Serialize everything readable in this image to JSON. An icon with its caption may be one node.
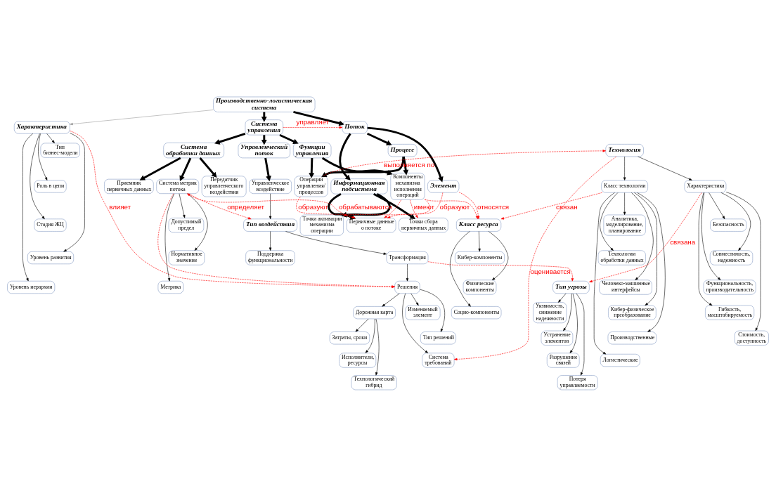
{
  "diagram": {
    "nodes": [
      {
        "text": [
          "Производственно-логистическая система"
        ]
      },
      {
        "text": [
          "Характеристика"
        ]
      },
      {
        "text": [
          "Система управления"
        ]
      },
      {
        "text": [
          "Поток"
        ]
      },
      {
        "text": [
          "Тип бизнес-модели"
        ]
      },
      {
        "text": [
          "Роль в цепи"
        ]
      },
      {
        "text": [
          "Стадия ЖЦ"
        ]
      },
      {
        "text": [
          "Уровень развития"
        ]
      },
      {
        "text": [
          "Уровень иерархии"
        ]
      },
      {
        "text": [
          "Управленческий поток"
        ]
      },
      {
        "text": [
          "Система обработки данных"
        ]
      },
      {
        "text": [
          "Функции управления"
        ]
      },
      {
        "text": [
          "Процесс"
        ]
      },
      {
        "text": [
          "Элемент"
        ]
      },
      {
        "text": [
          "Информационная подсистема"
        ]
      },
      {
        "text": [
          "Передатчик управленческого воздействия"
        ]
      },
      {
        "text": [
          "Приемник первичных данных"
        ]
      },
      {
        "text": [
          "Система метрик потока"
        ]
      },
      {
        "text": [
          "Операции управления/ процессов"
        ]
      },
      {
        "text": [
          "Компоненты механизма исполнения операций"
        ]
      },
      {
        "text": [
          "Точки активации механизма операции"
        ]
      },
      {
        "text": [
          "Точки сбора первичных данных"
        ]
      },
      {
        "text": [
          "Управленческое воздействие"
        ]
      },
      {
        "text": [
          "Допустимый предел"
        ]
      },
      {
        "text": [
          "Нормативное значение"
        ]
      },
      {
        "text": [
          "Метрика"
        ]
      },
      {
        "text": [
          "Первичные данные о потоке"
        ]
      },
      {
        "text": [
          "Тип воздействия"
        ]
      },
      {
        "text": [
          "Технология"
        ]
      },
      {
        "text": [
          "Поддержка функциональности"
        ]
      },
      {
        "text": [
          "Трансформация"
        ]
      },
      {
        "text": [
          "Характеристика"
        ]
      },
      {
        "text": [
          "Класс технологии"
        ]
      },
      {
        "text": [
          "Класс ресурса"
        ]
      },
      {
        "text": [
          "Дорожная карта"
        ]
      },
      {
        "text": [
          "Решения"
        ]
      },
      {
        "text": [
          "Тип угрозы"
        ]
      },
      {
        "text": [
          "Затраты, сроки"
        ]
      },
      {
        "text": [
          "Исполнители, ресурсы"
        ]
      },
      {
        "text": [
          "Технологический гибрид"
        ]
      },
      {
        "text": [
          "Изменяемый элемент"
        ]
      },
      {
        "text": [
          "Тип решений"
        ]
      },
      {
        "text": [
          "Система требований"
        ]
      },
      {
        "text": [
          "Уязвимость, снижение надежности"
        ]
      },
      {
        "text": [
          "Устранение элементов"
        ]
      },
      {
        "text": [
          "Разрушение связей"
        ]
      },
      {
        "text": [
          "Потеря управляемости"
        ]
      },
      {
        "text": [
          "Безопасность"
        ]
      },
      {
        "text": [
          "Совместимость, надежность"
        ]
      },
      {
        "text": [
          "Функциональность, производительность"
        ]
      },
      {
        "text": [
          "Гибкость, масштабируемость"
        ]
      },
      {
        "text": [
          "Стоимость, доступность"
        ]
      },
      {
        "text": [
          "Аналитика, моделирование, планирование"
        ]
      },
      {
        "text": [
          "Технологии обработки данных"
        ]
      },
      {
        "text": [
          "Человеко-машинные интерфейсы"
        ]
      },
      {
        "text": [
          "Кибер-физическое преобразование"
        ]
      },
      {
        "text": [
          "Производственные"
        ]
      },
      {
        "text": [
          "Логистические"
        ]
      },
      {
        "text": [
          "Кибер-компоненты"
        ]
      },
      {
        "text": [
          "Физические компоненты"
        ]
      },
      {
        "text": [
          "Социо-компоненты"
        ]
      }
    ],
    "edges": [
      {
        "from": 0,
        "to": 1,
        "arrow": "to",
        "color": "#999999"
      },
      {
        "from": 0,
        "to": 2,
        "arrow": "to",
        "style": "thick"
      },
      {
        "from": 0,
        "to": 3,
        "arrow": "to",
        "style": "thick"
      },
      {
        "from": 1,
        "to": 4,
        "arrow": "to"
      },
      {
        "from": 1,
        "to": 5,
        "arrow": "to"
      },
      {
        "from": 1,
        "to": 6,
        "arrow": "to"
      },
      {
        "from": 1,
        "to": 7,
        "arrow": "to"
      },
      {
        "from": 1,
        "to": 8,
        "arrow": "to"
      },
      {
        "from": 2,
        "to": 3,
        "arrow": "to",
        "label": "управляет",
        "style": "dashed",
        "color": "#ff0000"
      },
      {
        "from": 2,
        "to": 9,
        "arrow": "to",
        "style": "thick"
      },
      {
        "from": 2,
        "to": 10,
        "arrow": "to",
        "style": "thick"
      },
      {
        "from": 2,
        "to": 11,
        "arrow": "to",
        "style": "thick"
      },
      {
        "from": 3,
        "to": 12,
        "arrow": "to",
        "style": "thick"
      },
      {
        "from": 3,
        "to": 13,
        "arrow": "to",
        "style": "thick"
      },
      {
        "from": 3,
        "to": 14,
        "arrow": "to",
        "style": "thick"
      },
      {
        "from": 10,
        "to": 15,
        "arrow": "to",
        "style": "thick"
      },
      {
        "from": 10,
        "to": 16,
        "arrow": "to",
        "style": "thick"
      },
      {
        "from": 10,
        "to": 17,
        "arrow": "to",
        "style": "thick"
      },
      {
        "from": 11,
        "to": 18,
        "arrow": "to",
        "style": "thick"
      },
      {
        "from": 11,
        "to": 19,
        "arrow": "to",
        "style": "thick"
      },
      {
        "from": 12,
        "to": 18,
        "arrow": "to",
        "style": "thick"
      },
      {
        "from": 12,
        "to": 19,
        "arrow": "to",
        "style": "thick"
      },
      {
        "from": 14,
        "to": 20,
        "arrow": "to",
        "style": "thick"
      },
      {
        "from": 14,
        "to": 21,
        "arrow": "to",
        "style": "thick"
      },
      {
        "from": 14,
        "to": 26,
        "arrow": "to",
        "style": "thick"
      },
      {
        "from": 9,
        "to": 22,
        "arrow": "to",
        "style": "thick"
      },
      {
        "from": 17,
        "to": 23,
        "arrow": "to"
      },
      {
        "from": 17,
        "to": 24,
        "arrow": "to"
      },
      {
        "from": 17,
        "to": 25,
        "arrow": "to"
      },
      {
        "from": 19,
        "to": 20,
        "arrow": "to",
        "style": "dashed",
        "color": "#ff0000"
      },
      {
        "from": 19,
        "to": 21,
        "arrow": "to",
        "label": "имеют",
        "style": "dashed",
        "color": "#ff0000"
      },
      {
        "from": 18,
        "to": 26,
        "arrow": "to",
        "label": "образуют",
        "style": "dashed",
        "color": "#ff0000"
      },
      {
        "from": 19,
        "to": 26,
        "arrow": "to",
        "style": "dashed",
        "color": "#ff0000"
      },
      {
        "from": 13,
        "to": 26,
        "arrow": "to",
        "label": "образуют",
        "style": "dashed",
        "color": "#ff0000"
      },
      {
        "from": 19,
        "to": 33,
        "arrow": "to",
        "style": "dashed",
        "color": "#ff0000"
      },
      {
        "from": 13,
        "to": 33,
        "arrow": "to",
        "label": "относятся",
        "style": "dashed",
        "color": "#ff0000"
      },
      {
        "from": 26,
        "to": 17,
        "arrow": "to",
        "label": "обрабатываются",
        "style": "dashed",
        "color": "#ff0000"
      },
      {
        "from": 17,
        "to": 27,
        "arrow": "to",
        "label": "определяет",
        "style": "dashed",
        "color": "#ff0000"
      },
      {
        "from": 17,
        "to": 35,
        "arrow": "to",
        "style": "dashed",
        "color": "#ff0000"
      },
      {
        "from": 1,
        "to": 35,
        "arrow": "to",
        "label": "влияет",
        "style": "dashed",
        "color": "#ff0000"
      },
      {
        "from": 18,
        "to": 28,
        "arrow": "to",
        "label": "выполняется по",
        "style": "dashed",
        "color": "#ff0000"
      },
      {
        "from": 28,
        "to": 42,
        "arrow": "to",
        "label": "оценивается",
        "style": "dashed",
        "color": "#ff0000"
      },
      {
        "from": 22,
        "to": 27,
        "arrow": "to"
      },
      {
        "from": 27,
        "to": 29,
        "arrow": "to"
      },
      {
        "from": 27,
        "to": 30,
        "arrow": "to"
      },
      {
        "from": 30,
        "to": 35,
        "arrow": "to"
      },
      {
        "from": 35,
        "to": 34,
        "arrow": "to"
      },
      {
        "from": 30,
        "to": 36,
        "arrow": "to",
        "style": "dashed",
        "color": "#ff0000"
      },
      {
        "from": 31,
        "to": 36,
        "arrow": "to",
        "label": "связана",
        "style": "dashed",
        "color": "#ff0000"
      },
      {
        "from": 28,
        "to": 31,
        "arrow": "to"
      },
      {
        "from": 28,
        "to": 32,
        "arrow": "to"
      },
      {
        "from": 32,
        "to": 33,
        "arrow": "to",
        "label": "связан",
        "style": "dashed",
        "color": "#ff0000"
      },
      {
        "from": 34,
        "to": 37,
        "arrow": "to"
      },
      {
        "from": 34,
        "to": 38,
        "arrow": "to"
      },
      {
        "from": 34,
        "to": 39,
        "arrow": "to"
      },
      {
        "from": 35,
        "to": 40,
        "arrow": "to"
      },
      {
        "from": 35,
        "to": 41,
        "arrow": "to"
      },
      {
        "from": 35,
        "to": 42,
        "arrow": "to"
      },
      {
        "from": 36,
        "to": 43,
        "arrow": "to"
      },
      {
        "from": 36,
        "to": 44,
        "arrow": "to"
      },
      {
        "from": 36,
        "to": 45,
        "arrow": "to"
      },
      {
        "from": 36,
        "to": 46,
        "arrow": "to"
      },
      {
        "from": 31,
        "to": 47,
        "arrow": "to"
      },
      {
        "from": 31,
        "to": 48,
        "arrow": "to"
      },
      {
        "from": 31,
        "to": 49,
        "arrow": "to"
      },
      {
        "from": 31,
        "to": 50,
        "arrow": "to"
      },
      {
        "from": 31,
        "to": 51,
        "arrow": "to"
      },
      {
        "from": 32,
        "to": 52,
        "arrow": "to"
      },
      {
        "from": 32,
        "to": 53,
        "arrow": "to"
      },
      {
        "from": 32,
        "to": 54,
        "arrow": "to"
      },
      {
        "from": 32,
        "to": 55,
        "arrow": "to"
      },
      {
        "from": 32,
        "to": 56,
        "arrow": "to"
      },
      {
        "from": 32,
        "to": 57,
        "arrow": "to"
      },
      {
        "from": 33,
        "to": 58,
        "arrow": "to"
      },
      {
        "from": 33,
        "to": 59,
        "arrow": "to"
      },
      {
        "from": 33,
        "to": 60,
        "arrow": "to"
      }
    ]
  }
}
